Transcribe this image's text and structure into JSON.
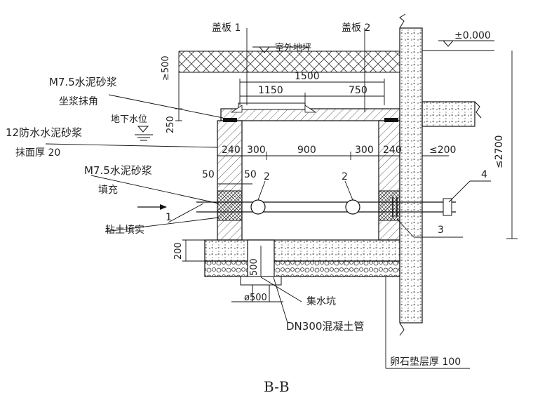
{
  "drawing": {
    "section_title": "B-B",
    "labels": {
      "cover_1": "盖板 1",
      "cover_2": "盖板 2",
      "outdoor_ground": "室外地坪",
      "elevation": "±0.000",
      "mortar_title": "M7.5水泥砂浆",
      "mortar_sub": "坐浆抹角",
      "groundwater": "地下水位",
      "waterproof_title": "12防水水泥砂浆",
      "waterproof_sub": "抹面厚 20",
      "fill_title": "M7.5水泥砂浆",
      "fill_sub": "填充",
      "clay_fill": "粘土填实",
      "sump": "集水坑",
      "concrete_pipe": "DN300混凝土管",
      "gravel_bed": "卵石垫层厚 100"
    },
    "dimensions": {
      "cover_depth": "≥500",
      "width_total": "1500",
      "cover1_width": "1150",
      "cover2_width": "750",
      "slab_thickness": "250",
      "wall_left": "240",
      "gap_left": "300",
      "clear_span": "900",
      "gap_right": "300",
      "wall_right": "240",
      "seal_left": "50",
      "seal_right": "50",
      "clearance": "≤200",
      "depth_total": "≤2700",
      "base_height": "200",
      "sump_depth": "500",
      "sump_dia": "ø500"
    },
    "callouts": {
      "c1": "1",
      "c2a": "2",
      "c2b": "2",
      "c3": "3",
      "c4": "4"
    }
  }
}
